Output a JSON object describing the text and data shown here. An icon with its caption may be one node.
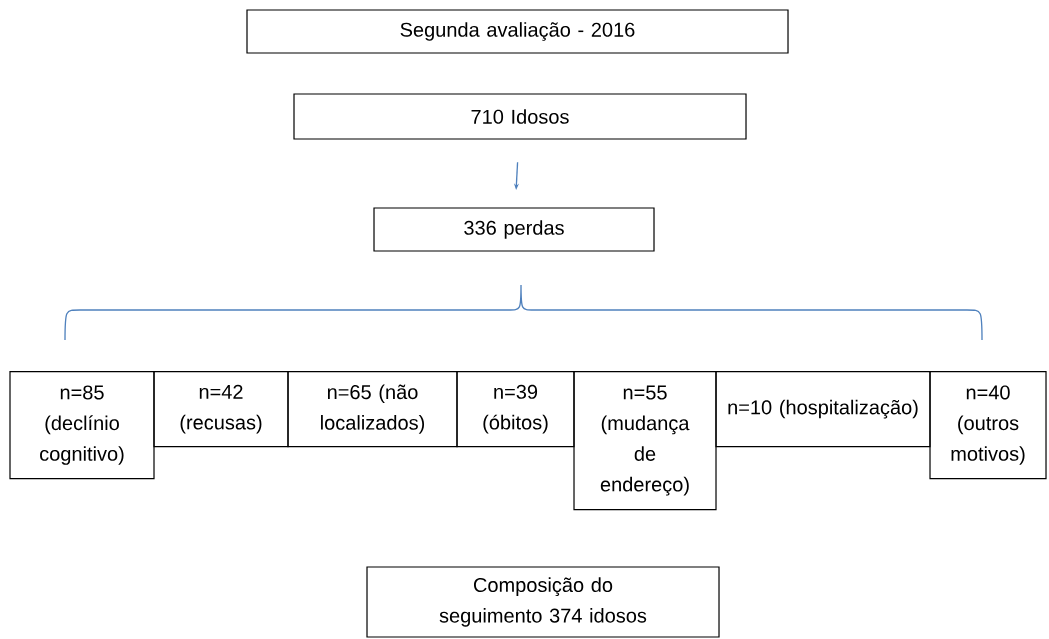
{
  "diagram": {
    "nodes": [
      {
        "text": [
          "Segunda avaliação  - 2016"
        ]
      },
      {
        "text": [
          "710  Idosos"
        ]
      },
      {
        "text": [
          "336 perdas"
        ]
      },
      {
        "text": [
          "n=85 (declínio cognitivo)"
        ]
      },
      {
        "text": [
          "n=42 (recusas)"
        ]
      },
      {
        "text": [
          "n=65 (não localizados)"
        ]
      },
      {
        "text": [
          "n=39 (óbitos)"
        ]
      },
      {
        "text": [
          "n=55 (mudança de endereço)"
        ]
      },
      {
        "text": [
          "n=10 (hospitalização)"
        ]
      },
      {
        "text": [
          "n=40 (outros motivos)"
        ]
      },
      {
        "text": [
          "Composição do seguimento 374 idosos"
        ]
      }
    ],
    "edges": [
      {
        "from": 1,
        "to": 2,
        "arrow": "to"
      }
    ]
  }
}
